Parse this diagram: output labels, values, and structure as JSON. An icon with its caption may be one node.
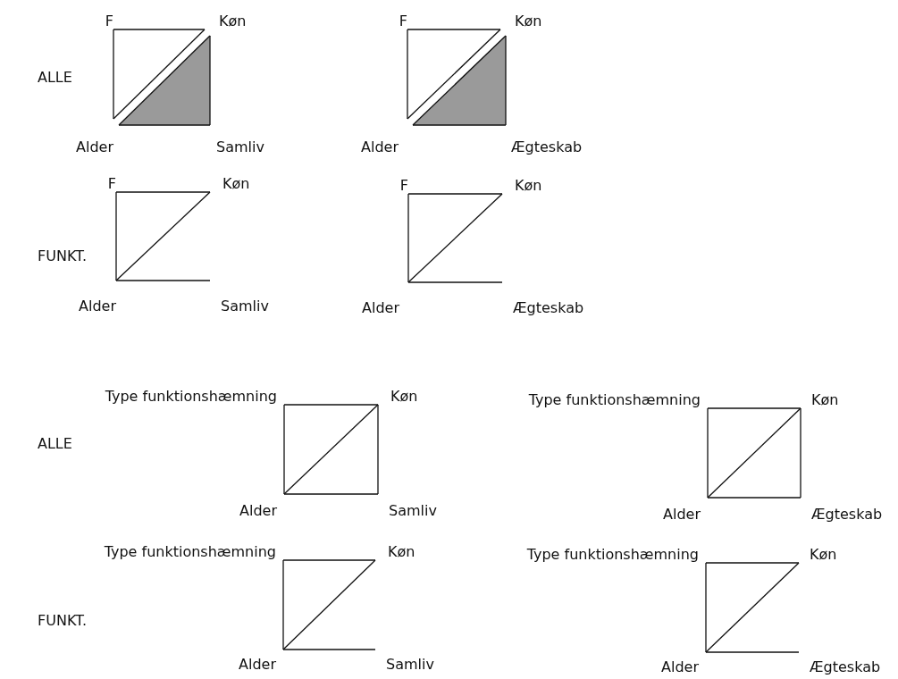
{
  "diagram": {
    "nodes": [
      {
        "text": [
          "F"
        ]
      },
      {
        "text": [
          "Køn"
        ]
      },
      {
        "text": [
          "Alder"
        ]
      },
      {
        "text": [
          "Samliv"
        ]
      },
      {
        "text": [
          "F"
        ]
      },
      {
        "text": [
          "Køn"
        ]
      },
      {
        "text": [
          "Alder"
        ]
      },
      {
        "text": [
          "Ægteskab"
        ]
      },
      {
        "text": [
          "F"
        ]
      },
      {
        "text": [
          "Køn"
        ]
      },
      {
        "text": [
          "Alder"
        ]
      },
      {
        "text": [
          "Samliv"
        ]
      },
      {
        "text": [
          "F"
        ]
      },
      {
        "text": [
          "Køn"
        ]
      },
      {
        "text": [
          "Alder"
        ]
      },
      {
        "text": [
          "Ægteskab"
        ]
      },
      {
        "text": [
          "Type funktionshæmning"
        ]
      },
      {
        "text": [
          "Køn"
        ]
      },
      {
        "text": [
          "Alder"
        ]
      },
      {
        "text": [
          "Samliv"
        ]
      },
      {
        "text": [
          "Type funktionshæmning"
        ]
      },
      {
        "text": [
          "Køn"
        ]
      },
      {
        "text": [
          "Alder"
        ]
      },
      {
        "text": [
          "Ægteskab"
        ]
      },
      {
        "text": [
          "Type funktionshæmning"
        ]
      },
      {
        "text": [
          "Køn"
        ]
      },
      {
        "text": [
          "Alder"
        ]
      },
      {
        "text": [
          "Samliv"
        ]
      },
      {
        "text": [
          "Type funktionshæmning"
        ]
      },
      {
        "text": [
          "Køn"
        ]
      },
      {
        "text": [
          "Alder"
        ]
      },
      {
        "text": [
          "Ægteskab"
        ]
      }
    ],
    "edges": [
      {
        "from": 0,
        "to": 1,
        "arrow": "none"
      },
      {
        "from": 0,
        "to": 2,
        "arrow": "none"
      },
      {
        "from": 2,
        "to": 1,
        "arrow": "none"
      },
      {
        "from": 2,
        "to": 1,
        "arrow": "none"
      },
      {
        "from": 2,
        "to": 3,
        "arrow": "none"
      },
      {
        "from": 3,
        "to": 1,
        "arrow": "none"
      },
      {
        "from": 4,
        "to": 5,
        "arrow": "none"
      },
      {
        "from": 4,
        "to": 6,
        "arrow": "none"
      },
      {
        "from": 6,
        "to": 5,
        "arrow": "none"
      },
      {
        "from": 6,
        "to": 5,
        "arrow": "none"
      },
      {
        "from": 6,
        "to": 7,
        "arrow": "none"
      },
      {
        "from": 7,
        "to": 5,
        "arrow": "none"
      },
      {
        "from": 8,
        "to": 9,
        "arrow": "none"
      },
      {
        "from": 8,
        "to": 10,
        "arrow": "none"
      },
      {
        "from": 10,
        "to": 9,
        "arrow": "none"
      },
      {
        "from": 10,
        "to": 11,
        "arrow": "none"
      },
      {
        "from": 12,
        "to": 13,
        "arrow": "none"
      },
      {
        "from": 12,
        "to": 14,
        "arrow": "none"
      },
      {
        "from": 14,
        "to": 13,
        "arrow": "none"
      },
      {
        "from": 14,
        "to": 15,
        "arrow": "none"
      },
      {
        "from": 16,
        "to": 17,
        "arrow": "none"
      },
      {
        "from": 16,
        "to": 18,
        "arrow": "none"
      },
      {
        "from": 18,
        "to": 17,
        "arrow": "none"
      },
      {
        "from": 18,
        "to": 19,
        "arrow": "none"
      },
      {
        "from": 19,
        "to": 17,
        "arrow": "none"
      },
      {
        "from": 20,
        "to": 21,
        "arrow": "none"
      },
      {
        "from": 20,
        "to": 22,
        "arrow": "none"
      },
      {
        "from": 22,
        "to": 21,
        "arrow": "none"
      },
      {
        "from": 22,
        "to": 23,
        "arrow": "none"
      },
      {
        "from": 23,
        "to": 21,
        "arrow": "none"
      },
      {
        "from": 24,
        "to": 25,
        "arrow": "none"
      },
      {
        "from": 24,
        "to": 26,
        "arrow": "none"
      },
      {
        "from": 26,
        "to": 25,
        "arrow": "none"
      },
      {
        "from": 26,
        "to": 27,
        "arrow": "none"
      },
      {
        "from": 28,
        "to": 29,
        "arrow": "none"
      },
      {
        "from": 28,
        "to": 30,
        "arrow": "none"
      },
      {
        "from": 30,
        "to": 29,
        "arrow": "none"
      },
      {
        "from": 30,
        "to": 31,
        "arrow": "none"
      }
    ],
    "labels": [
      "ALLE",
      "FUNKT.",
      "ALLE",
      "FUNKT."
    ]
  }
}
